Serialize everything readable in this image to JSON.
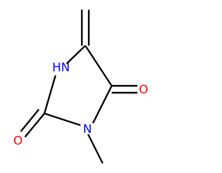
{
  "molecule": {
    "atoms": {
      "nh": {
        "label": "HN",
        "color": "#0000ff"
      },
      "n_methyl": {
        "label": "N",
        "color": "#0000ff"
      },
      "o_right": {
        "label": "O",
        "color": "#ff0000"
      },
      "o_bottom": {
        "label": "O",
        "color": "#ff0000"
      }
    },
    "bond_color": "#000000",
    "substituents": [
      "methylidene",
      "methyl"
    ]
  }
}
